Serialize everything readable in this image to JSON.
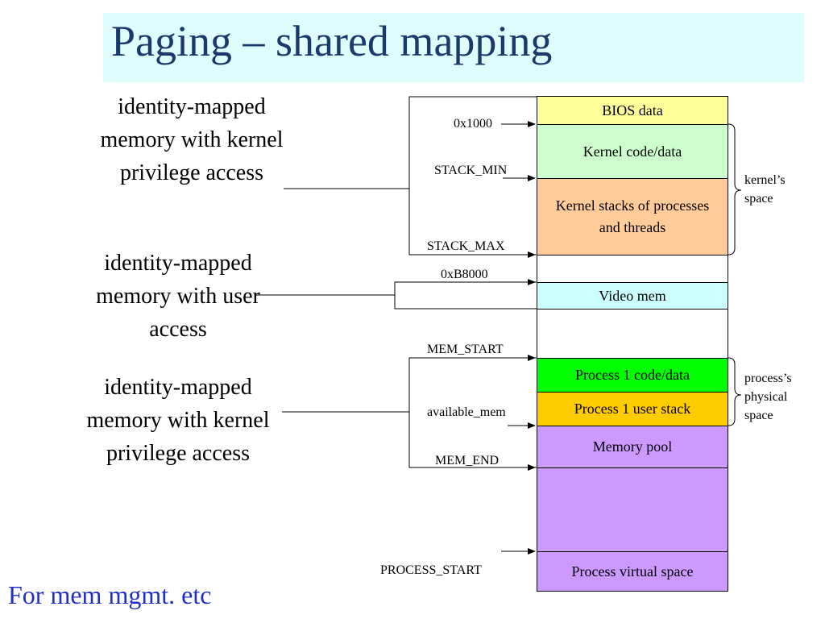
{
  "title": "Paging – shared mapping",
  "left_labels": {
    "kernel_top": "identity-mapped memory with kernel privilege access",
    "user": "identity-mapped memory with user access",
    "kernel_bottom": "identity-mapped memory with kernel privilege access"
  },
  "memory_blocks": [
    {
      "label": "BIOS data",
      "color": "#ffff99"
    },
    {
      "label": "Kernel code/data",
      "color": "#ccffcc"
    },
    {
      "label": "Kernel stacks of processes and threads",
      "color": "#ffcc99"
    },
    {
      "label": "",
      "color": "#ffffff"
    },
    {
      "label": "Video mem",
      "color": "#ccffff"
    },
    {
      "label": "",
      "color": "#ffffff"
    },
    {
      "label": "Process 1 code/data",
      "color": "#00ff00"
    },
    {
      "label": "Process 1 user stack",
      "color": "#ffcc00"
    },
    {
      "label": "Memory pool",
      "color": "#cc99ff"
    },
    {
      "label": "",
      "color": "#cc99ff"
    },
    {
      "label": "Process virtual space",
      "color": "#cc99ff"
    }
  ],
  "addresses": {
    "a0x1000": "0x1000",
    "stack_min": "STACK_MIN",
    "stack_max": "STACK_MAX",
    "a0xb8000": "0xB8000",
    "mem_start": "MEM_START",
    "available_mem": "available_mem",
    "mem_end": "MEM_END",
    "process_start": "PROCESS_START"
  },
  "brace_labels": {
    "kernel": "kernel’s space",
    "process": "process’s physical space"
  },
  "footer": "For mem mgmt. etc"
}
